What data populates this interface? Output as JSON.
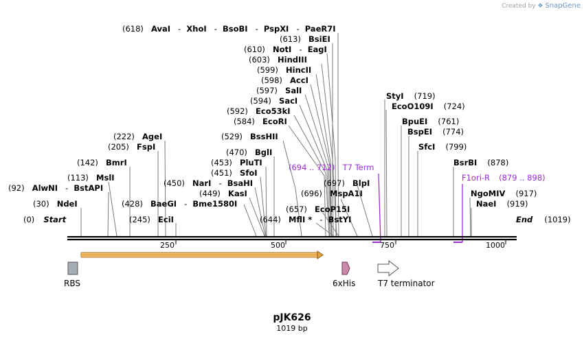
{
  "credit": {
    "prefix": "Created by",
    "brand": "SnapGene"
  },
  "plasmid": {
    "name": "pJK626",
    "length_label": "1019 bp",
    "length_bp": 1019
  },
  "ruler": {
    "ticks": [
      "250",
      "500",
      "750",
      "1000"
    ]
  },
  "sites": [
    {
      "pos": "(618)",
      "bp": 618,
      "name": "AvaI",
      "extras": [
        "XhoI",
        "BsoBI",
        "PspXI",
        "PaeR7I"
      ]
    },
    {
      "pos": "(613)",
      "bp": 613,
      "name": "BsiEI"
    },
    {
      "pos": "(610)",
      "bp": 610,
      "name": "NotI",
      "extras": [
        "EagI"
      ]
    },
    {
      "pos": "(603)",
      "bp": 603,
      "name": "HindIII"
    },
    {
      "pos": "(599)",
      "bp": 599,
      "name": "HincII"
    },
    {
      "pos": "(598)",
      "bp": 598,
      "name": "AccI"
    },
    {
      "pos": "(597)",
      "bp": 597,
      "name": "SalI"
    },
    {
      "pos": "(594)",
      "bp": 594,
      "name": "SacI"
    },
    {
      "pos": "(592)",
      "bp": 592,
      "name": "Eco53kI"
    },
    {
      "pos": "(584)",
      "bp": 584,
      "name": "EcoRI"
    },
    {
      "pos": "(529)",
      "bp": 529,
      "name": "BssHII"
    },
    {
      "pos": "(470)",
      "bp": 470,
      "name": "BglI"
    },
    {
      "pos": "(453)",
      "bp": 453,
      "name": "PluTI"
    },
    {
      "pos": "(451)",
      "bp": 451,
      "name": "SfoI"
    },
    {
      "pos": "(450)",
      "bp": 450,
      "name": "NarI",
      "extras": [
        "BsaHI"
      ]
    },
    {
      "pos": "(449)",
      "bp": 449,
      "name": "KasI"
    },
    {
      "pos": "(428)",
      "bp": 428,
      "name": "BaeGI",
      "extras": [
        "Bme1580I"
      ]
    },
    {
      "pos": "(245)",
      "bp": 245,
      "name": "EciI"
    },
    {
      "pos": "(222)",
      "bp": 222,
      "name": "AgeI"
    },
    {
      "pos": "(205)",
      "bp": 205,
      "name": "FspI"
    },
    {
      "pos": "(142)",
      "bp": 142,
      "name": "BmrI"
    },
    {
      "pos": "(113)",
      "bp": 113,
      "name": "MslI"
    },
    {
      "pos": "(92)",
      "bp": 92,
      "name": "AlwNI",
      "extras": [
        "BstAPI"
      ]
    },
    {
      "pos": "(30)",
      "bp": 30,
      "name": "NdeI"
    },
    {
      "pos": "(0)",
      "bp": 0,
      "name": "Start",
      "italic": true
    },
    {
      "pos": "(644)",
      "bp": 644,
      "name": "MflI *",
      "extras": [
        "BstYI"
      ]
    },
    {
      "pos": "(657)",
      "bp": 657,
      "name": "EcoP15I"
    },
    {
      "pos": "(696)",
      "bp": 696,
      "name": "MspA1I"
    },
    {
      "pos": "(697)",
      "bp": 697,
      "name": "BlpI"
    },
    {
      "pos": "(719)",
      "bp": 719,
      "name": "StyI"
    },
    {
      "pos": "(724)",
      "bp": 724,
      "name": "EcoO109I"
    },
    {
      "pos": "(761)",
      "bp": 761,
      "name": "BpuEI"
    },
    {
      "pos": "(774)",
      "bp": 774,
      "name": "BspEI"
    },
    {
      "pos": "(799)",
      "bp": 799,
      "name": "SfcI"
    },
    {
      "pos": "(878)",
      "bp": 878,
      "name": "BsrBI"
    },
    {
      "pos": "(917)",
      "bp": 917,
      "name": "NgoMIV"
    },
    {
      "pos": "(919)",
      "bp": 919,
      "name": "NaeI"
    },
    {
      "pos": "(1019)",
      "bp": 1019,
      "name": "End",
      "italic": true
    }
  ],
  "primers": [
    {
      "range": "(694 .. 712)",
      "name": "T7 Term",
      "color": "#9b2bd6"
    },
    {
      "name": "F1ori-R",
      "range": "(879 .. 898)",
      "color": "#9b2bd6"
    }
  ],
  "features": [
    {
      "label": "RBS",
      "color": "#a6acb4",
      "shape": "box"
    },
    {
      "label": "6xHis",
      "color": "#c98aa9",
      "shape": "arrow"
    },
    {
      "label": "T7 terminator",
      "color": "#ffffff",
      "shape": "arrow"
    }
  ],
  "orf": {
    "color": "#e8a33d",
    "label": ""
  }
}
